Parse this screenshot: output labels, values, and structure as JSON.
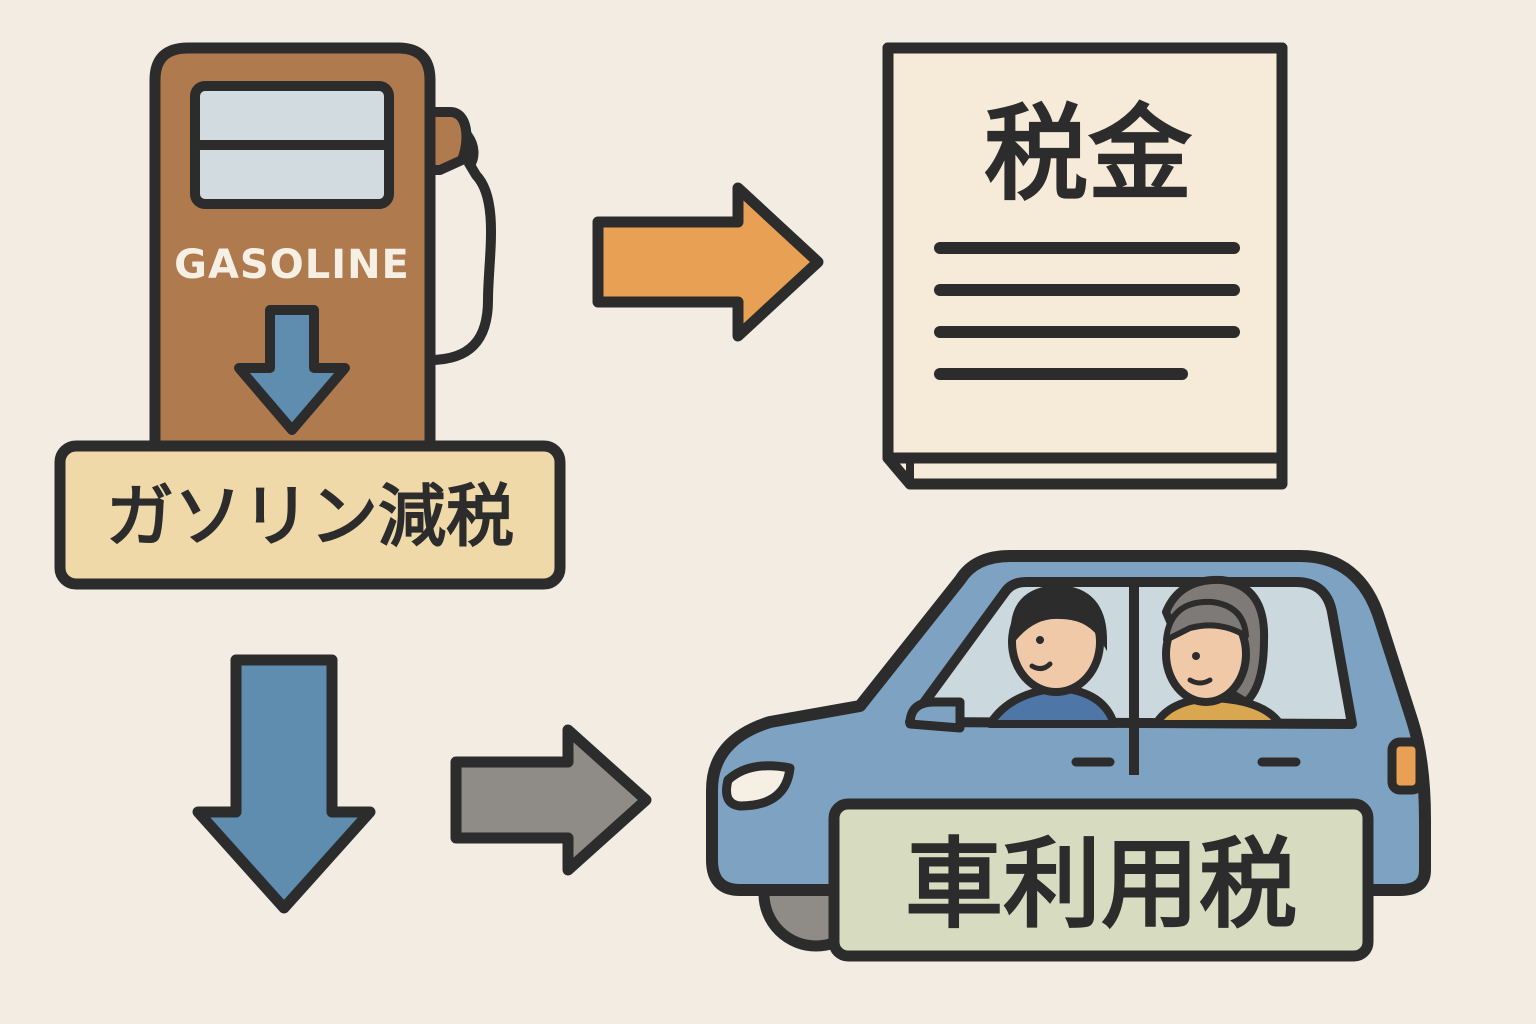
{
  "pump": {
    "brand_text": "GASOLINE"
  },
  "labels": {
    "gasoline_tax_cut": "ガソリン減税",
    "tax_document_title": "税金",
    "vehicle_usage_tax": "車利用税"
  },
  "colors": {
    "background": "#f3ece3",
    "outline": "#2c2c2c",
    "pump_body": "#b07a4f",
    "pump_screen": "#d2dce0",
    "blue_arrow": "#5e8db0",
    "orange_arrow": "#e8a055",
    "gray_arrow": "#8f8b86",
    "gasoline_label_bg": "#efd9a8",
    "document_bg": "#f6ead9",
    "car_body": "#7ea2c1",
    "car_window": "#cbd8de",
    "vehicle_label_bg": "#d7dbc0"
  },
  "icons": {
    "pump": "fuel-pump-icon",
    "document": "document-icon",
    "car": "car-icon",
    "arrow_right": "arrow-right-icon",
    "arrow_down": "arrow-down-icon"
  }
}
